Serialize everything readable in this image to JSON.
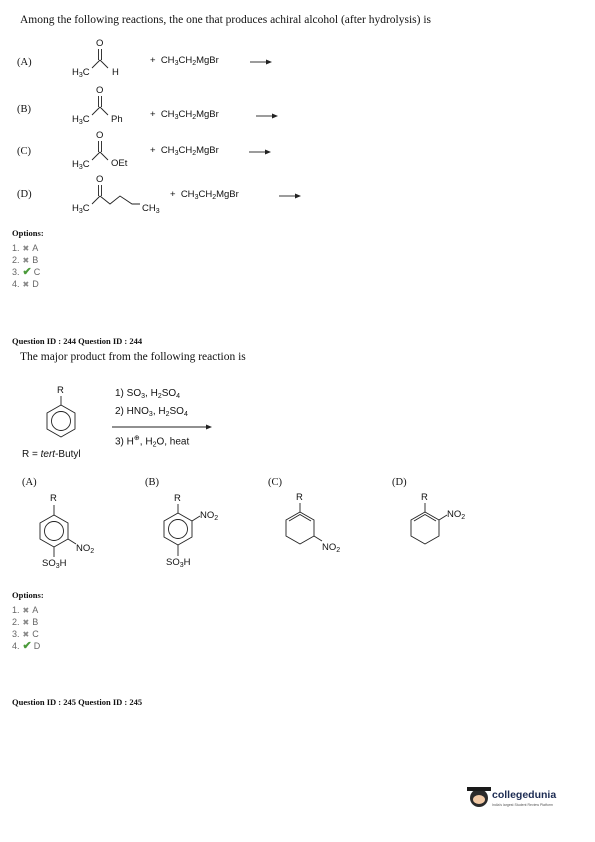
{
  "q1": {
    "question": "Among the following reactions, the one that produces achiral alcohol (after hydrolysis) is",
    "reagent": "+ CH3CH2MgBr",
    "options_labels": [
      "(A)",
      "(B)",
      "(C)",
      "(D)"
    ],
    "substituents": {
      "a_left": "H3C",
      "a_right": "H",
      "b_left": "H3C",
      "b_right": "Ph",
      "c_left": "H3C",
      "c_right": "OEt",
      "d_left": "H3C",
      "d_right": "CH3",
      "o": "O"
    },
    "answers_heading": "Options:",
    "choices": [
      {
        "num": "1.",
        "letter": "A",
        "correct": false
      },
      {
        "num": "2.",
        "letter": "B",
        "correct": false
      },
      {
        "num": "3.",
        "letter": "C",
        "correct": true
      },
      {
        "num": "4.",
        "letter": "D",
        "correct": false
      }
    ]
  },
  "q2": {
    "id_line": "Question ID : 244 Question ID : 244",
    "question": "The major product from the following reaction is",
    "r_label": "R",
    "r_def": "R = tert-Butyl",
    "steps": [
      "1) SO3, H2SO4",
      "2) HNO3, H2SO4",
      "3) H+, H2O, heat"
    ],
    "option_labels": [
      "(A)",
      "(B)",
      "(C)",
      "(D)"
    ],
    "groups": {
      "r": "R",
      "no2": "NO2",
      "so3h": "SO3H"
    },
    "answers_heading": "Options:",
    "choices": [
      {
        "num": "1.",
        "letter": "A",
        "correct": false
      },
      {
        "num": "2.",
        "letter": "B",
        "correct": false
      },
      {
        "num": "3.",
        "letter": "C",
        "correct": false
      },
      {
        "num": "4.",
        "letter": "D",
        "correct": true
      }
    ]
  },
  "q3": {
    "id_line": "Question ID : 245 Question ID : 245"
  },
  "brand": {
    "name": "collegedunia",
    "tagline": "India's largest Student Review Platform"
  },
  "colors": {
    "correct": "#4a9a3a",
    "wrong": "#888888"
  }
}
